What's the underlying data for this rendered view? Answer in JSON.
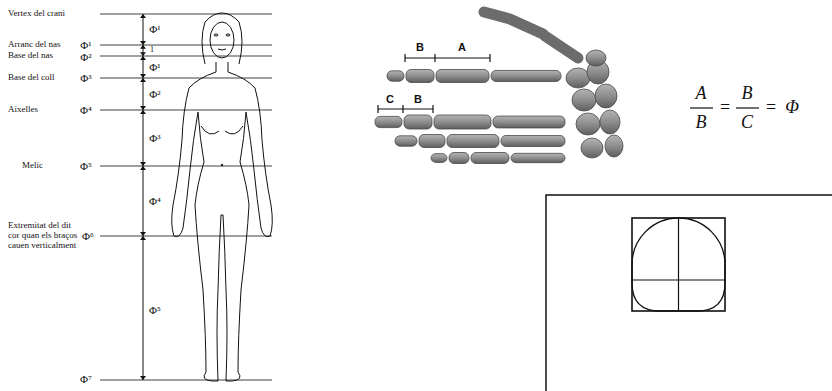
{
  "diagram": {
    "labels": [
      "Vertex del crani",
      "Φ¹",
      "Arranc del nas",
      "Φ¹",
      "1",
      "Base del nas",
      "Φ²",
      "Φ¹",
      "Base del coll",
      "Φ³",
      "Φ²",
      "Aixelles",
      "Φ⁴",
      "Φ³",
      "Melic",
      "Φ⁵",
      "Φ⁴",
      "Extremitat del dit cor quan els braços cauen verticalment",
      "Φ⁶",
      "Φ⁵",
      "Φ⁷",
      "B",
      "A",
      "C",
      "B",
      "A",
      "B",
      "=",
      "B",
      "C",
      "=",
      "Φ"
    ]
  }
}
